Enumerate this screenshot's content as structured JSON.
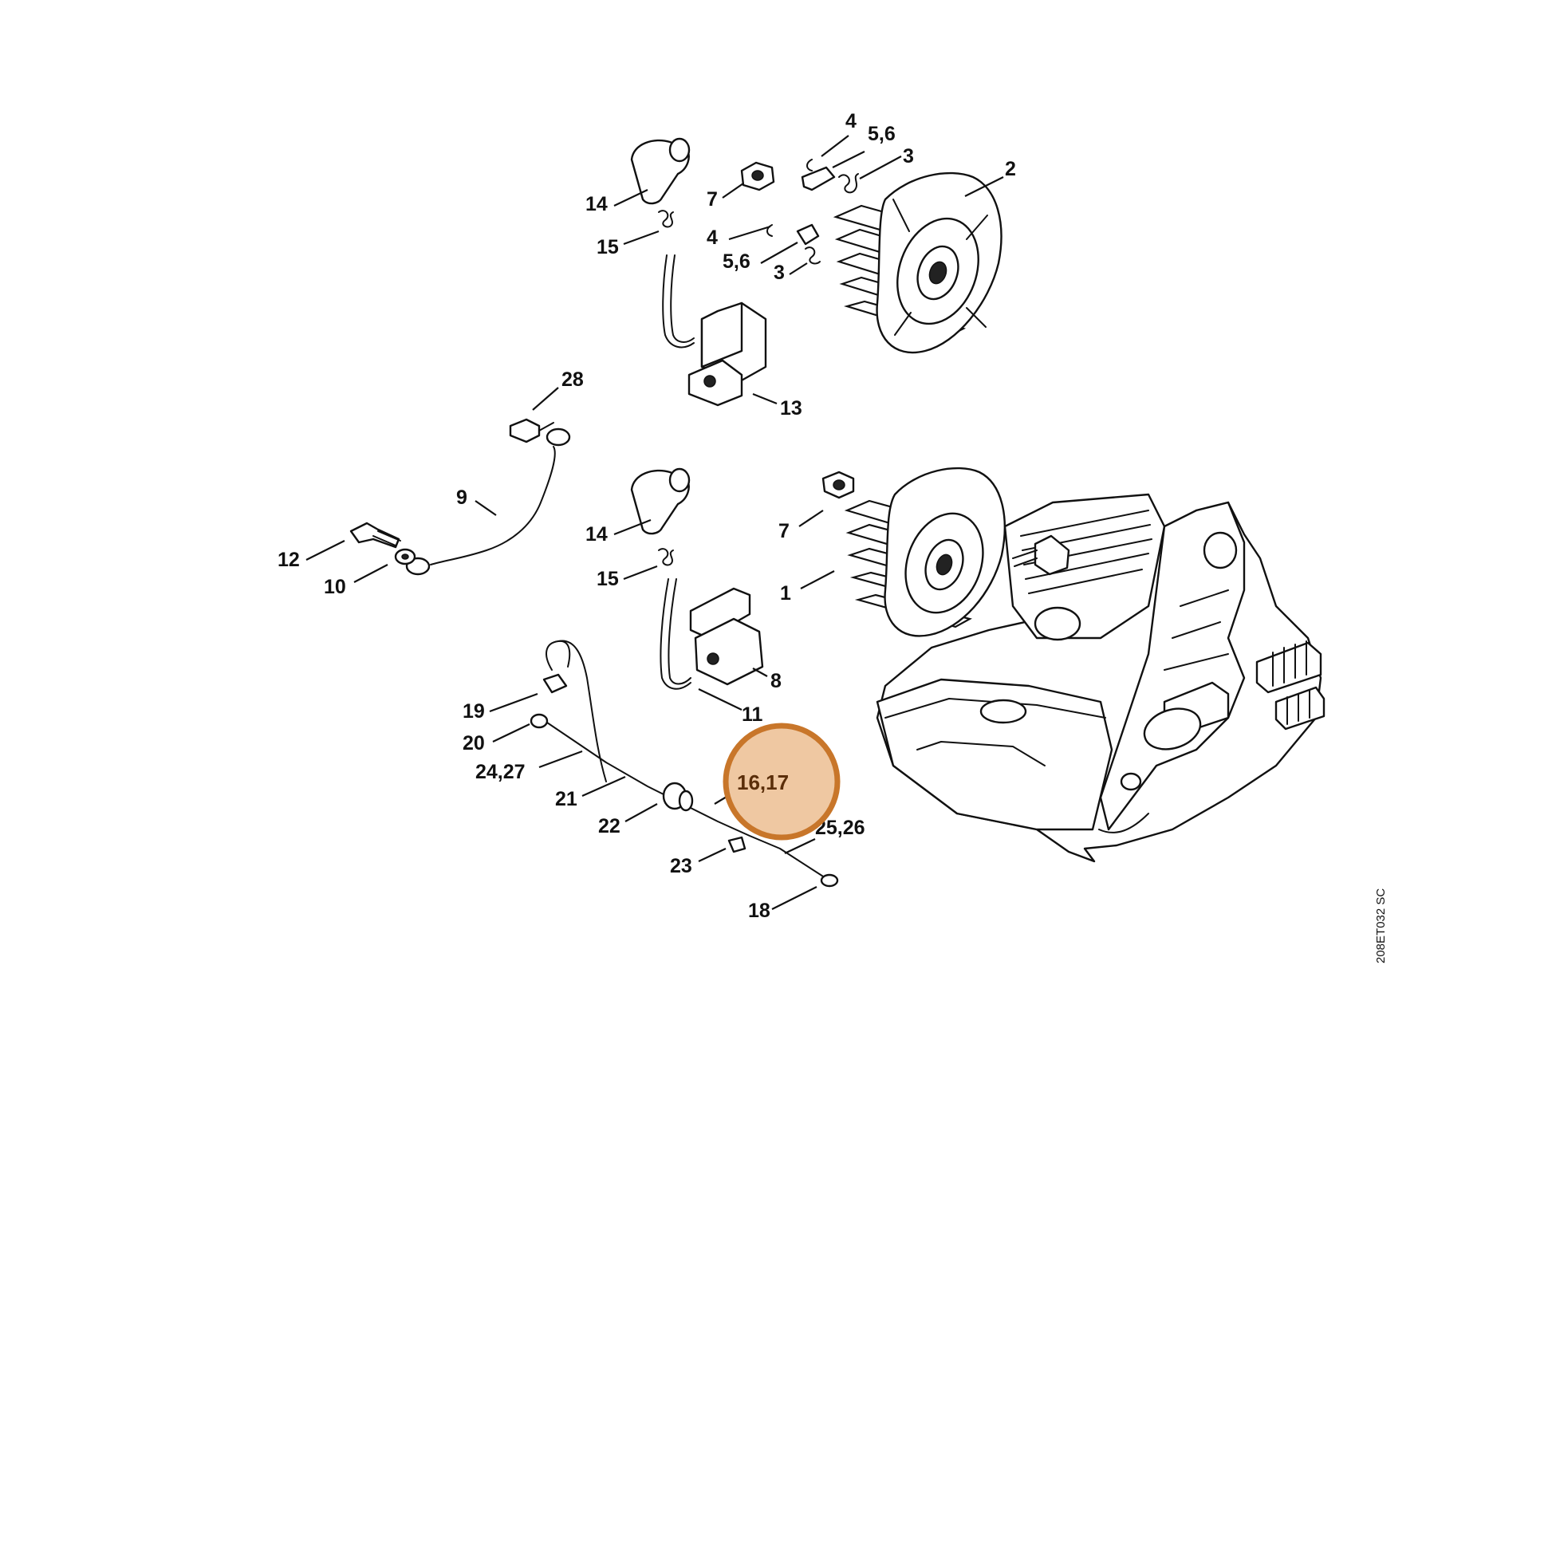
{
  "diagram": {
    "drawing_code": "208ET032 SC",
    "highlight": {
      "label": "16,17",
      "fill": "#efc8a2",
      "stroke": "#c8762a",
      "text_color": "#5a2e0a"
    },
    "callouts": [
      {
        "id": "c-14a",
        "label": "14"
      },
      {
        "id": "c-15a",
        "label": "15"
      },
      {
        "id": "c-7a",
        "label": "7"
      },
      {
        "id": "c-4a",
        "label": "4"
      },
      {
        "id": "c-56a",
        "label": "5,6"
      },
      {
        "id": "c-3a",
        "label": "3"
      },
      {
        "id": "c-2",
        "label": "2"
      },
      {
        "id": "c-4b",
        "label": "4"
      },
      {
        "id": "c-56b",
        "label": "5,6"
      },
      {
        "id": "c-3b",
        "label": "3"
      },
      {
        "id": "c-13",
        "label": "13"
      },
      {
        "id": "c-28",
        "label": "28"
      },
      {
        "id": "c-9",
        "label": "9"
      },
      {
        "id": "c-12",
        "label": "12"
      },
      {
        "id": "c-10",
        "label": "10"
      },
      {
        "id": "c-14b",
        "label": "14"
      },
      {
        "id": "c-15b",
        "label": "15"
      },
      {
        "id": "c-7b",
        "label": "7"
      },
      {
        "id": "c-1",
        "label": "1"
      },
      {
        "id": "c-8",
        "label": "8"
      },
      {
        "id": "c-11",
        "label": "11"
      },
      {
        "id": "c-19",
        "label": "19"
      },
      {
        "id": "c-20",
        "label": "20"
      },
      {
        "id": "c-2427",
        "label": "24,27"
      },
      {
        "id": "c-21",
        "label": "21"
      },
      {
        "id": "c-22",
        "label": "22"
      },
      {
        "id": "c-2526",
        "label": "25,26"
      },
      {
        "id": "c-23",
        "label": "23"
      },
      {
        "id": "c-18",
        "label": "18"
      }
    ]
  }
}
